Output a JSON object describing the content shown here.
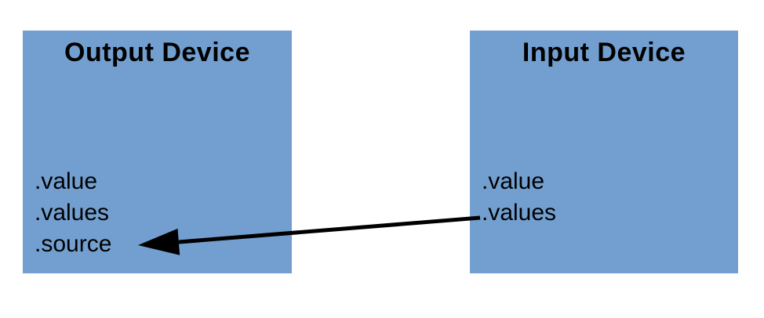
{
  "diagram": {
    "background_color": "#ffffff",
    "box_fill_color": "#729FCF",
    "text_color": "#000000",
    "arrow_color": "#000000"
  },
  "boxes": [
    {
      "title": "Output Device",
      "members": [
        ".value",
        ".values",
        ".source"
      ]
    },
    {
      "title": "Input Device",
      "members": [
        ".value",
        ".values"
      ]
    }
  ],
  "arrow": {
    "from_box": "Input Device",
    "from_member": ".values",
    "to_box": "Output Device",
    "to_member": ".source"
  }
}
